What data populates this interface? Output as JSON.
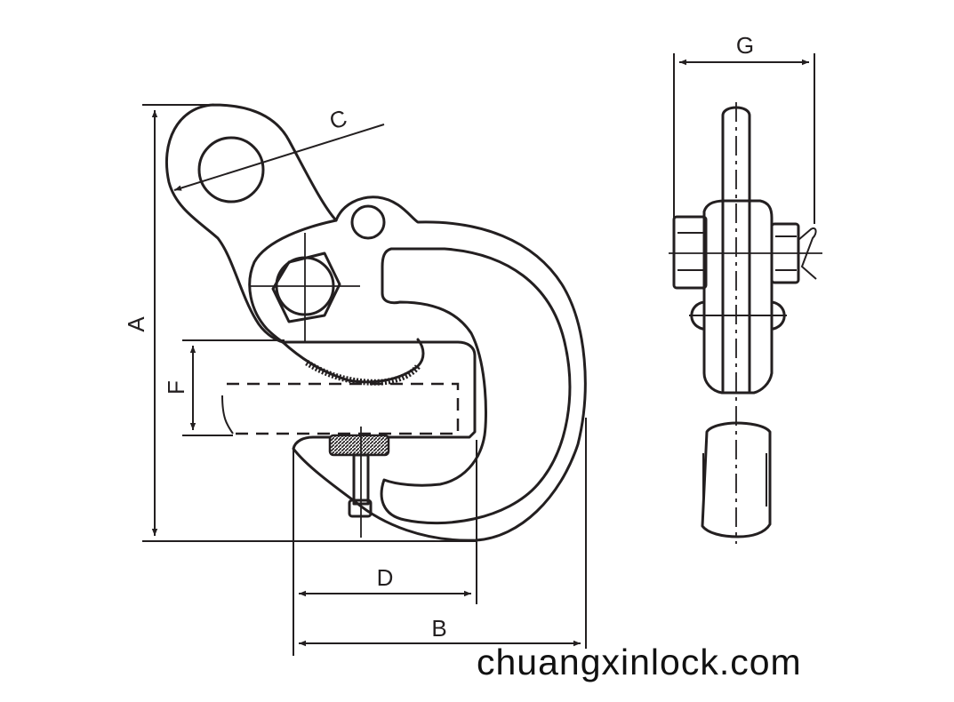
{
  "dimensions": {
    "A": "A",
    "B": "B",
    "C": "C",
    "D": "D",
    "F": "F",
    "G": "G"
  },
  "watermark": "chuangxinlock.com",
  "colors": {
    "ink": "#231f20",
    "background": "#ffffff"
  }
}
